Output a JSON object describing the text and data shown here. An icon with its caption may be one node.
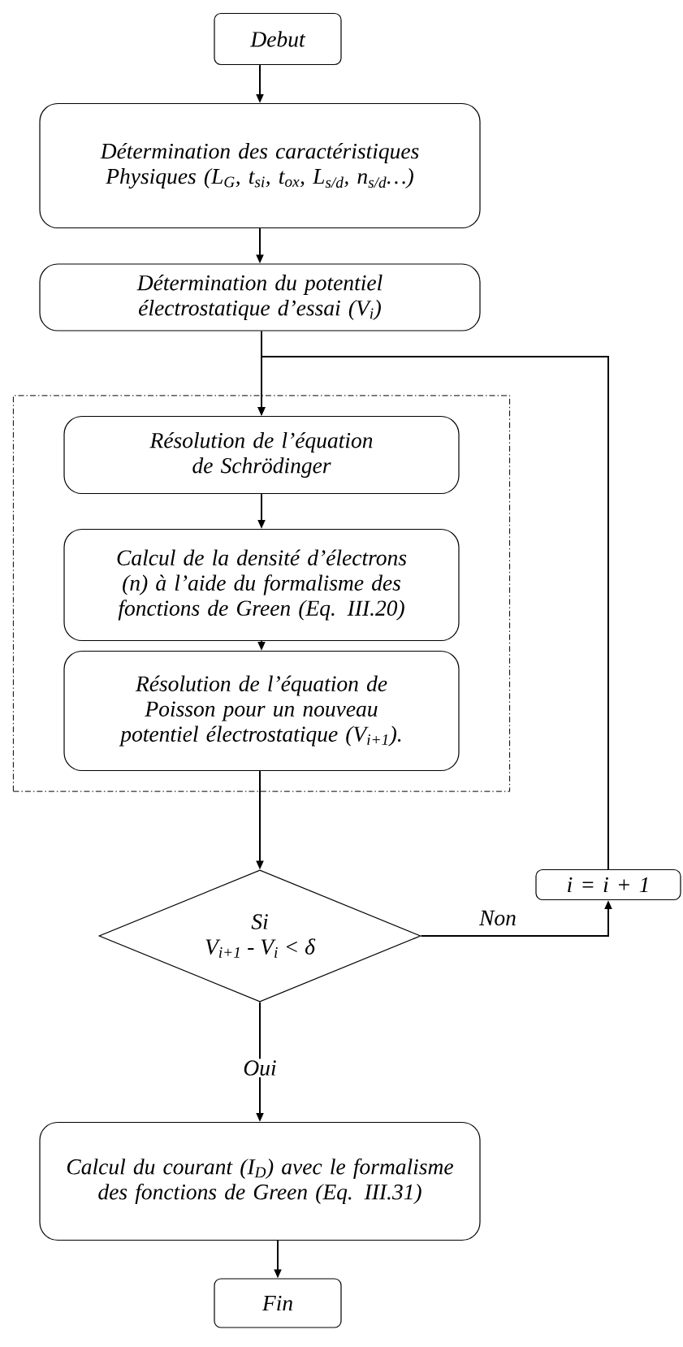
{
  "diagram": {
    "nodes": [
      {
        "text": [
          "Debut"
        ]
      },
      {
        "text": [
          "Détermination des caractéristiques Physiques (L$_{G}$, t$_{si}$, t$_{ox}$, L$_{s/d}$, n$_{s/d}$…)"
        ]
      },
      {
        "text": [
          "Détermination du potentiel électrostatique d’essai (V$_{i}$)"
        ]
      },
      {
        "text": [],
        "shape": "box"
      },
      {
        "text": [
          "Résolution de l’équation de Schrödinger"
        ],
        "in": 3
      },
      {
        "text": [
          "Calcul de la densité d’électrons (n) à l’aide du formalisme des fonctions de Green (Eq. III.20)"
        ],
        "in": 3
      },
      {
        "text": [
          "Résolution de l’équation de Poisson pour un nouveau potentiel électrostatique (V$_{i+1}$)."
        ],
        "in": 3
      },
      {
        "text": [
          "Si",
          "V$_{i+1}$ -  V$_{i}$ < δ"
        ]
      },
      {
        "text": [
          "i = i + 1"
        ]
      },
      {
        "text": [
          "Calcul du courant (I$_{D}$) avec le formalisme des fonctions de Green (Eq. III.31)"
        ]
      },
      {
        "text": [
          "Fin"
        ]
      }
    ],
    "edges": [
      {
        "from": 0,
        "to": 1,
        "arrow": "to"
      },
      {
        "from": 1,
        "to": 2,
        "arrow": "to"
      },
      {
        "from": 2,
        "to": 4,
        "arrow": "to"
      },
      {
        "from": 4,
        "to": 5,
        "arrow": "to"
      },
      {
        "from": 5,
        "to": 6,
        "arrow": "to"
      },
      {
        "from": 6,
        "to": 7,
        "arrow": "to"
      },
      {
        "from": 7,
        "to": 8,
        "arrow": "to",
        "label": "Non"
      },
      {
        "from": 8,
        "to": 4,
        "arrow": "to"
      },
      {
        "from": 7,
        "to": 9,
        "arrow": "to",
        "label": "Oui"
      },
      {
        "from": 9,
        "to": 10,
        "arrow": "to"
      }
    ]
  }
}
